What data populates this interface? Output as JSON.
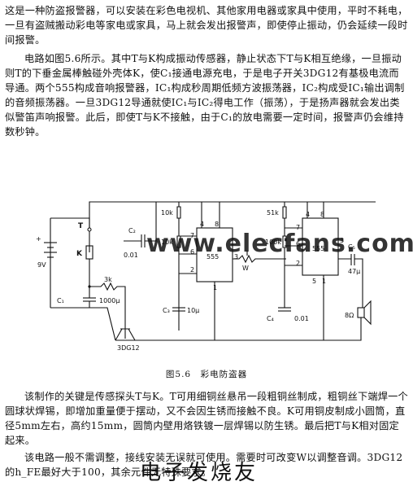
{
  "paragraphs": {
    "p1": "这是一种防盗报警器，可以安装在彩色电视机、其他家用电器或家具中使用，平时不耗电，一旦有盗贼搬动彩电等家电或家具，马上就会发出报警声，即使停止振动，仍会延续一段时间报警。",
    "p2": "电路如图5.6所示。其中T与K构成振动传感器，静止状态下T与K相互绝缘，一旦振动则T的下垂金属棒触碰外壳体K，使C₁接通电源充电，于是电子开关3DG12有基极电流而导通。两个555构成音响报警器，IC₁构成秒周期低频方波振荡器，IC₂构成受IC₁输出调制的音频振荡器。一旦3DG12导通就使IC₁与IC₂得电工作（振荡），于是扬声器就会发出类似警笛声响报警。此后，即使T与K不接触，由于C₁的放电需要一定时间，报警声仍会维持数秒钟。",
    "p3": "该制作的关键是传感探头T与K。T可用细铜丝悬吊一段粗铜丝制成，粗铜丝下端焊一个圆球状焊锡，即增加重量便于摆动，又不会因生锈而接触不良。K可用铜皮制成小圆筒，直径5mm左右，高约15mm，圆筒内壁用烙铁镀一层焊锡以防生锈。最后把T与K相对固定起来。",
    "p4": "该电路一般不需调整，接线安装无误就可使用。需要时可改变W以调整音调。3DG12的h_FE最好大于100，其余元件无特殊要求。"
  },
  "figure": {
    "caption": "图5.6　彩电防盗器",
    "labels": {
      "plus": "+",
      "minus": "−",
      "battery": "9V",
      "T": "T",
      "K": "K",
      "c2": "C₂",
      "c2v": "0.01",
      "r3k": "3k",
      "c1": "C₁",
      "c1v": "1000μ",
      "transistor": "3DG12",
      "r10k": "10k",
      "ic1": "555",
      "c3": "C₃",
      "c3v": "10μ",
      "r51k": "51k",
      "r100k": "100k",
      "w": "W",
      "ic2": "555",
      "c4": "C₄",
      "c4v": "0.01",
      "c5": "C₅",
      "c5v": "47μ",
      "speaker": "8Ω",
      "p4": "4",
      "p8": "8",
      "p7": "7",
      "p6": "6",
      "p2": "2",
      "p1": "1",
      "p3": "3",
      "p5": "5"
    }
  },
  "watermarks": {
    "site": "www.elecfans.com",
    "brand": "电子发烧友"
  }
}
